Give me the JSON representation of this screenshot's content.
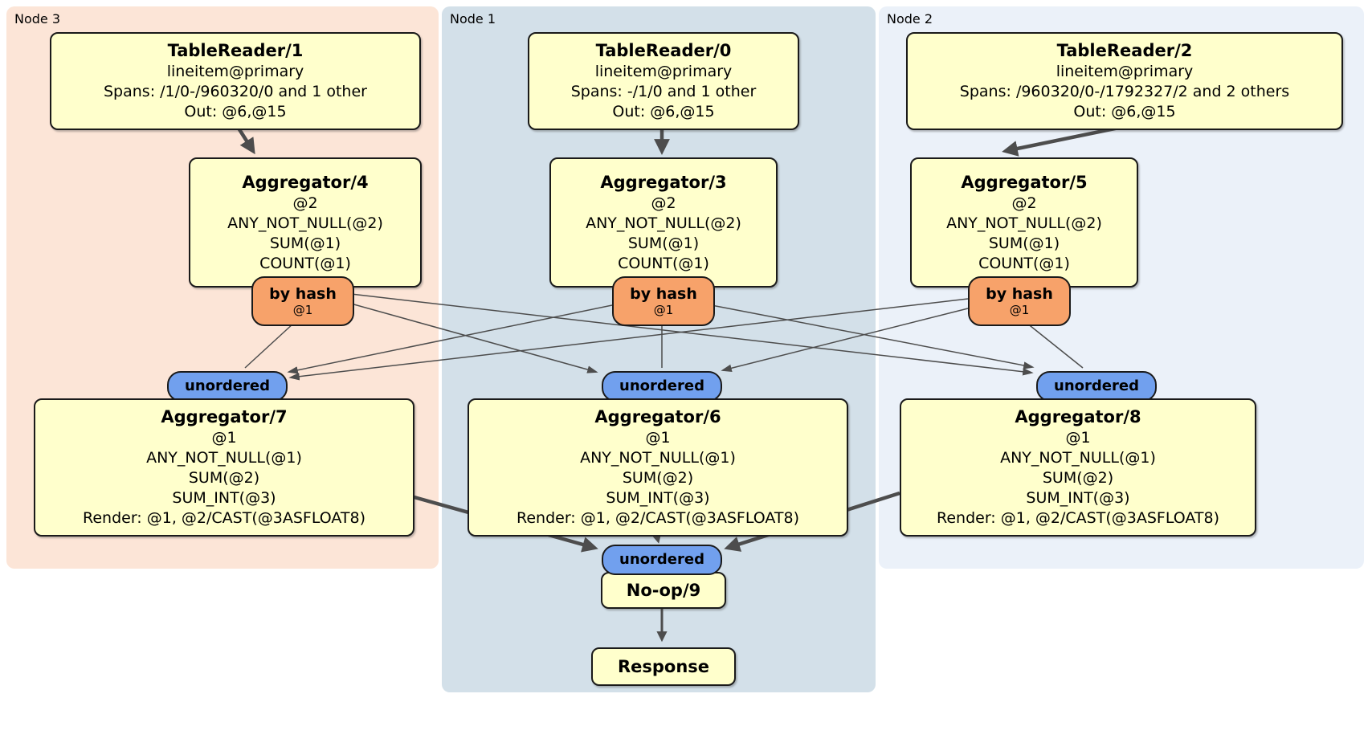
{
  "node_panels": {
    "node3": {
      "label": "Node 3"
    },
    "node1": {
      "label": "Node 1"
    },
    "node2": {
      "label": "Node 2"
    }
  },
  "processors": {
    "tablereader1": {
      "title": "TableReader/1",
      "index": "lineitem@primary",
      "spans": "Spans: /1/0-/960320/0 and 1 other",
      "out": "Out: @6,@15"
    },
    "tablereader0": {
      "title": "TableReader/0",
      "index": "lineitem@primary",
      "spans": "Spans: -/1/0 and 1 other",
      "out": "Out: @6,@15"
    },
    "tablereader2": {
      "title": "TableReader/2",
      "index": "lineitem@primary",
      "spans": "Spans: /960320/0-/1792327/2 and 2 others",
      "out": "Out: @6,@15"
    },
    "aggregator4": {
      "title": "Aggregator/4",
      "group_by": "@2",
      "agg1": "ANY_NOT_NULL(@2)",
      "agg2": "SUM(@1)",
      "agg3": "COUNT(@1)"
    },
    "aggregator3": {
      "title": "Aggregator/3",
      "group_by": "@2",
      "agg1": "ANY_NOT_NULL(@2)",
      "agg2": "SUM(@1)",
      "agg3": "COUNT(@1)"
    },
    "aggregator5": {
      "title": "Aggregator/5",
      "group_by": "@2",
      "agg1": "ANY_NOT_NULL(@2)",
      "agg2": "SUM(@1)",
      "agg3": "COUNT(@1)"
    },
    "aggregator7": {
      "title": "Aggregator/7",
      "group_by": "@1",
      "agg1": "ANY_NOT_NULL(@1)",
      "agg2": "SUM(@2)",
      "agg3": "SUM_INT(@3)",
      "render": "Render: @1, @2/CAST(@3ASFLOAT8)"
    },
    "aggregator6": {
      "title": "Aggregator/6",
      "group_by": "@1",
      "agg1": "ANY_NOT_NULL(@1)",
      "agg2": "SUM(@2)",
      "agg3": "SUM_INT(@3)",
      "render": "Render: @1, @2/CAST(@3ASFLOAT8)"
    },
    "aggregator8": {
      "title": "Aggregator/8",
      "group_by": "@1",
      "agg1": "ANY_NOT_NULL(@1)",
      "agg2": "SUM(@2)",
      "agg3": "SUM_INT(@3)",
      "render": "Render: @1, @2/CAST(@3ASFLOAT8)"
    },
    "noop9": {
      "title": "No-op/9"
    },
    "response": {
      "title": "Response"
    }
  },
  "routers": {
    "byhash4": {
      "label": "by hash",
      "columns": "@1"
    },
    "byhash3": {
      "label": "by hash",
      "columns": "@1"
    },
    "byhash5": {
      "label": "by hash",
      "columns": "@1"
    }
  },
  "syncs": {
    "unordered7": {
      "label": "unordered"
    },
    "unordered6": {
      "label": "unordered"
    },
    "unordered8": {
      "label": "unordered"
    },
    "unordered9": {
      "label": "unordered"
    }
  },
  "colors": {
    "node3_bg": "#fce5d7",
    "node1_bg": "#d3e0e9",
    "node2_bg": "#ebf1f9",
    "processor_bg": "#ffffcc",
    "router_bg": "#f7a26a",
    "sync_bg": "#71a0ee",
    "edge": "#4d4d4d",
    "border": "#1a1a1a"
  }
}
